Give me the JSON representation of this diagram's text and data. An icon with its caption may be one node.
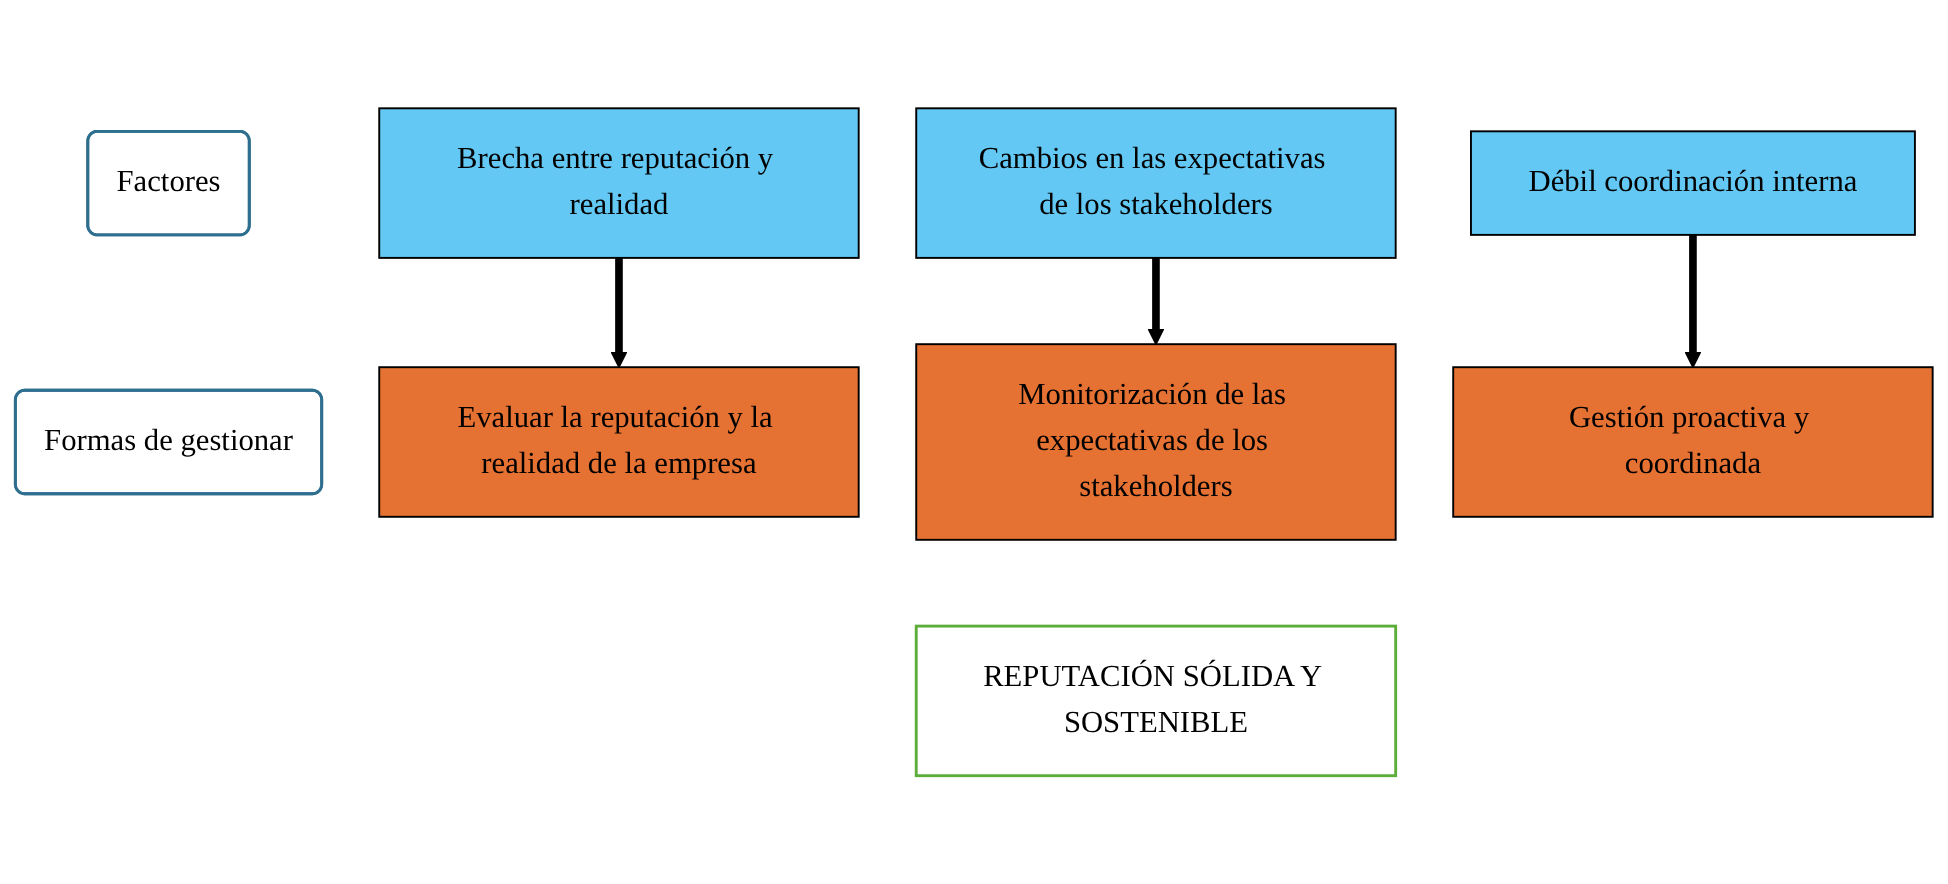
{
  "diagram": {
    "nodes": [
      {
        "text": [
          "Factores"
        ]
      },
      {
        "text": [
          "Brecha entre reputación y realidad"
        ]
      },
      {
        "text": [
          "Cambios en las expectativas de los stakeholders"
        ]
      },
      {
        "text": [
          "Débil coordinación interna"
        ]
      },
      {
        "text": [
          "Formas de gestionar"
        ]
      },
      {
        "text": [
          "Evaluar la reputación y la realidad de la empresa"
        ]
      },
      {
        "text": [
          "Monitorización de las expectativas de los stakeholders"
        ]
      },
      {
        "text": [
          "Gestión proactiva y coordinada"
        ]
      },
      {
        "text": [
          "REPUTACIÓN SÓLIDA Y SOSTENIBLE"
        ]
      }
    ],
    "edges": [
      {
        "from": 1,
        "to": 5,
        "arrow": "to"
      },
      {
        "from": 2,
        "to": 6,
        "arrow": "to"
      },
      {
        "from": 3,
        "to": 7,
        "arrow": "to"
      }
    ]
  }
}
